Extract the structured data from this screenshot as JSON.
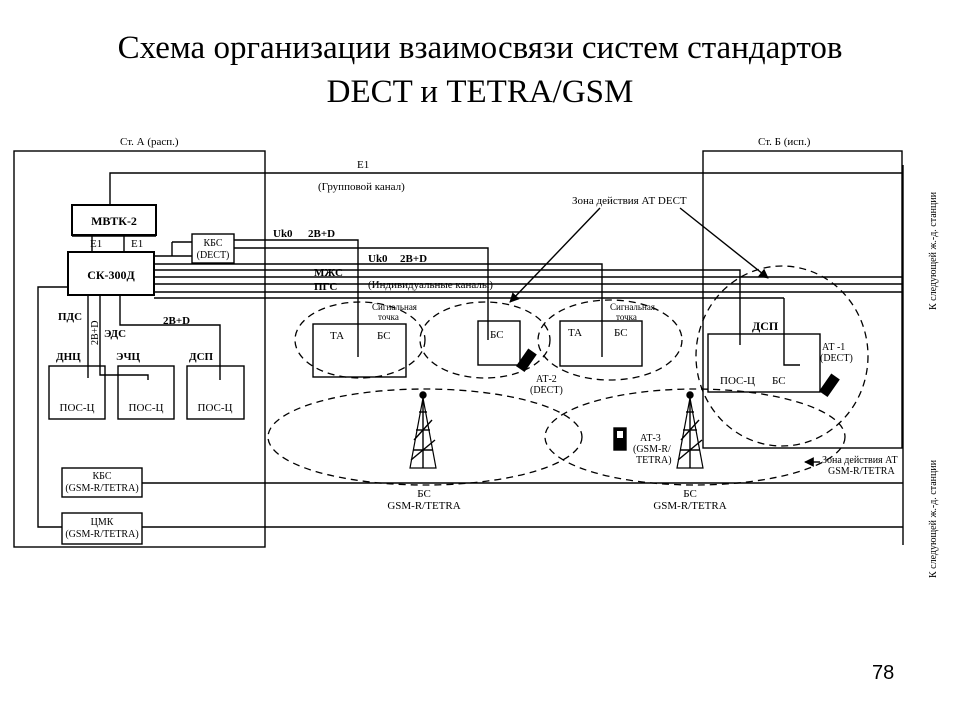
{
  "title_line1": "Схема организации взаимосвязи систем стандартов",
  "title_line2": "DECT и TETRA/GSM",
  "page_number": "78",
  "labels": {
    "station_a": "Ст. А (расп.)",
    "station_b": "Ст. Б (исп.)",
    "mvtk": "МВТК-2",
    "e1_left": "Е1",
    "e1_right": "Е1",
    "sk300": "СК-300Д",
    "kbs_dect_1": "КБС",
    "kbs_dect_2": "(DECT)",
    "e1_top": "Е1",
    "group_channel": "(Групповой канал)",
    "zone_dect": "Зона действия АТ DECT",
    "uk0_1": "Uk0",
    "b2d_1": "2В+D",
    "uk0_2": "Uk0",
    "b2d_2": "2В+D",
    "mzhs": "МЖС",
    "individual_channels": "(Индивидуальные каналы)",
    "pgs": "ПГС",
    "pds": "ПДС",
    "b2d_vert": "2В+D",
    "eds": "ЭДС",
    "b2d_3": "2В+D",
    "dnc": "ДНЦ",
    "echc": "ЭЧЦ",
    "dsp_a": "ДСП",
    "pos_c_1": "ПОС-Ц",
    "pos_c_2": "ПОС-Ц",
    "pos_c_3": "ПОС-Ц",
    "signal_point_1a": "Сигнальная",
    "signal_point_1b": "точка",
    "signal_point_2a": "Сигнальная",
    "signal_point_2b": "точка",
    "ta_1": "ТА",
    "bs_1": "БС",
    "bs_2": "БС",
    "ta_2": "ТА",
    "bs_3": "БС",
    "dsp_b": "ДСП",
    "pos_c_b": "ПОС-Ц",
    "bs_b": "БС",
    "at1_a": "АТ -1",
    "at1_b": "(DECT)",
    "at2_a": "АТ-2",
    "at2_b": "(DECT)",
    "at3_a": "АТ-3",
    "at3_b": "(GSM-R/",
    "at3_c": "TETRA)",
    "kbs_gsm_1": "КБС",
    "kbs_gsm_2": "(GSM-R/TETRA)",
    "cmk_1": "ЦМК",
    "cmk_2": "(GSM-R/TETRA)",
    "zone_gsm_1": "Зона действия АТ",
    "zone_gsm_2": "GSM-R/TETRA",
    "bs_gsm_1a": "БС",
    "bs_gsm_1b": "GSM-R/TETRA",
    "bs_gsm_2a": "БС",
    "bs_gsm_2b": "GSM-R/TETRA",
    "next_station_top": "К следующей ж.-д. станции",
    "next_station_bottom": "К следующей ж.-д. станции"
  }
}
